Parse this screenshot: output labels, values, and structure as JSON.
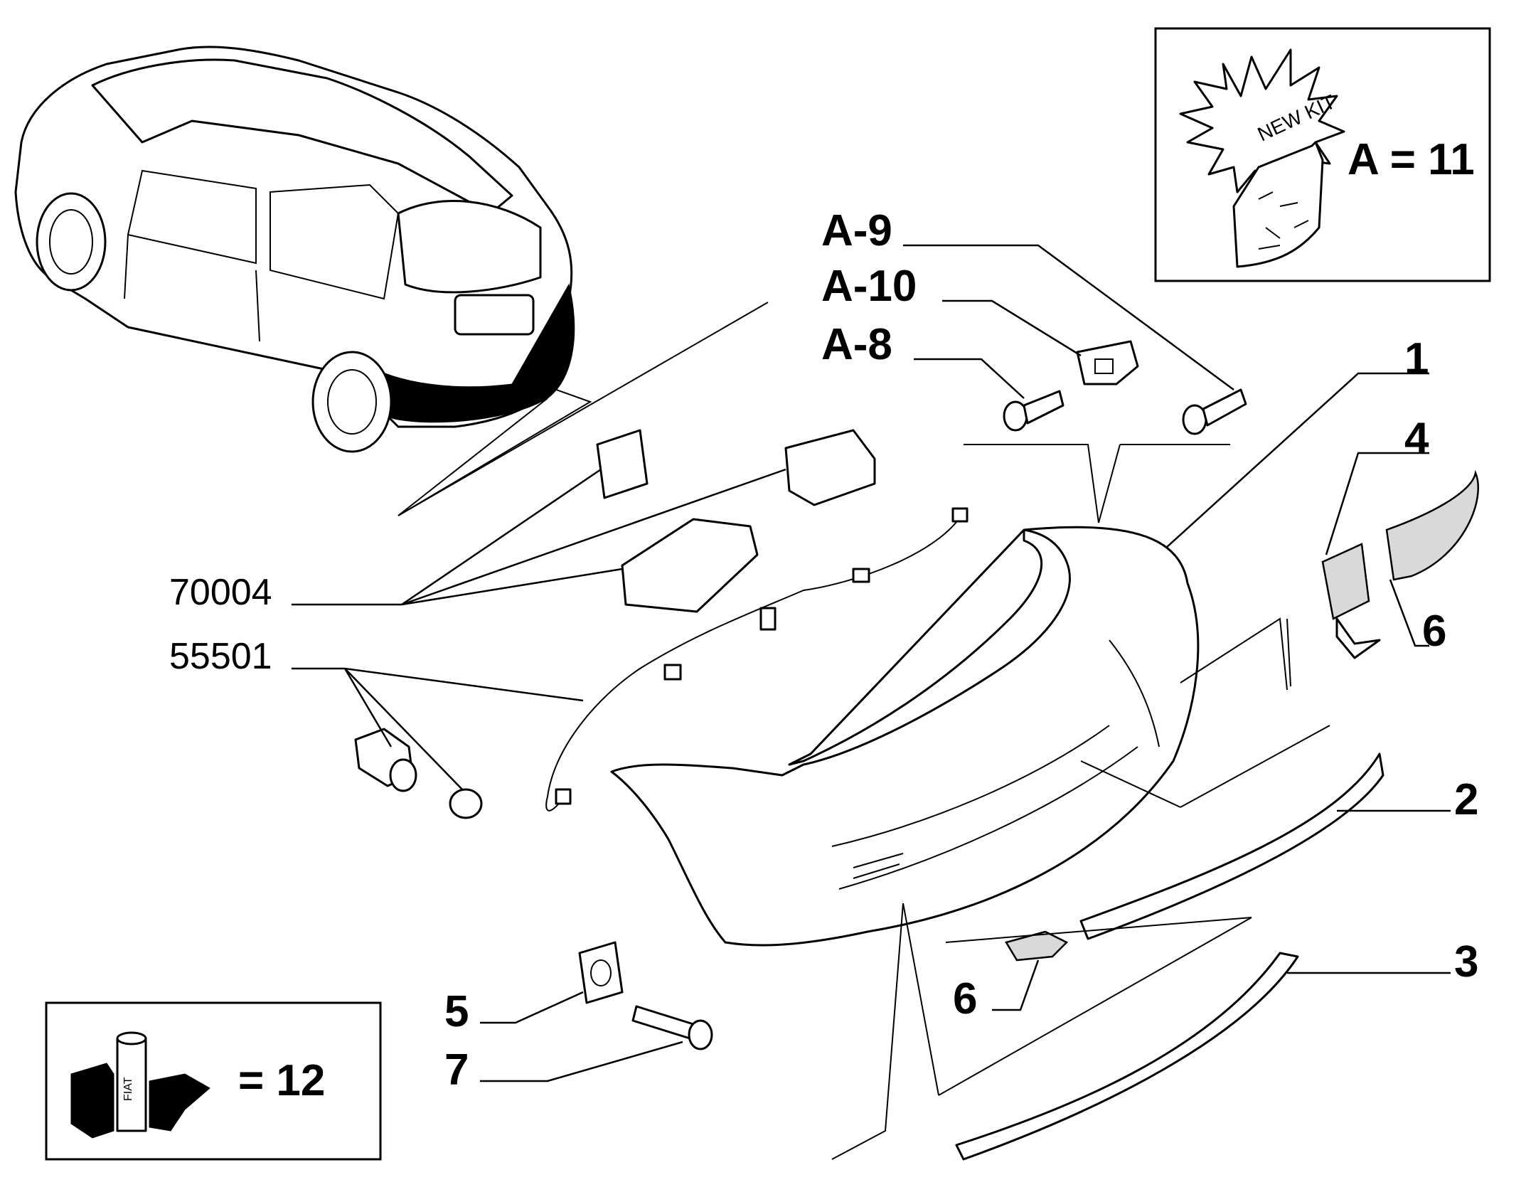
{
  "labels": {
    "a9": "A-9",
    "a10": "A-10",
    "a8": "A-8",
    "p1": "1",
    "p2": "2",
    "p3": "3",
    "p4": "4",
    "p5": "5",
    "p6a": "6",
    "p6b": "6",
    "p7": "7",
    "ref70004": "70004",
    "ref55501": "55501"
  },
  "kit_box": {
    "starburst_text": "NEW KIT",
    "equation": "A = 11"
  },
  "consumables_box": {
    "brand_text": "FIAT",
    "equation": "= 12"
  },
  "colors": {
    "line": "#000000",
    "background": "#ffffff",
    "fill_shade": "#d9d9d9"
  }
}
